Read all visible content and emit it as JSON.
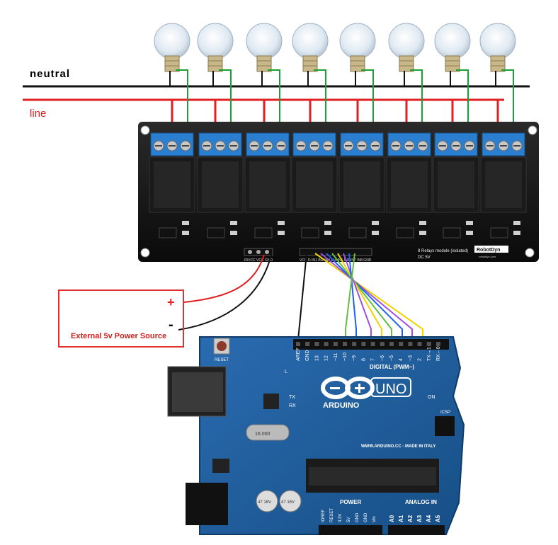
{
  "labels": {
    "neutral": "neutral",
    "line": "line",
    "plus": "+",
    "minus": "-",
    "external_power": "External 5v Power Source"
  },
  "relay_module": {
    "caption": "8 Relays module (isolated)",
    "voltage": "DC 5V",
    "brand": "RobotDyn",
    "site": "robotdyn.com",
    "pins_left": "JDVCC VCC GND",
    "pins_right": "VCC D IN1 IN2 IN3 IN4 IN5 IN6 IN7 IN8 GND"
  },
  "arduino": {
    "brand": "ARDUINO",
    "model": "UNO",
    "url": "WWW.ARDUINO.CC - MADE IN ITALY",
    "digital_label": "DIGITAL (PWM~)",
    "digital_pins": [
      "AREF",
      "GND",
      "13",
      "12",
      "~11",
      "~10",
      "~9",
      "8",
      "7",
      "~6",
      "~5",
      "4",
      "~3",
      "2",
      "TX→1",
      "RX←0"
    ],
    "power_label": "POWER",
    "power_pins": [
      "IOREF",
      "RESET",
      "3.3V",
      "5V",
      "GND",
      "GND",
      "Vin"
    ],
    "analog_label": "ANALOG IN",
    "analog_pins": [
      "A0",
      "A1",
      "A2",
      "A3",
      "A4",
      "A5"
    ],
    "tx": "TX",
    "rx": "RX",
    "on": "ON",
    "icsp": "ICSP",
    "reset": "RESET",
    "l": "L",
    "crystal": "16.000",
    "capacitor": "47 16V"
  },
  "colors": {
    "neutral_wire": "#111111",
    "line_wire": "#e02020",
    "load_wire": "#1aa033",
    "board": "#1f5e9c",
    "relay_pcb": "#161616",
    "terminal": "#2b7fd0",
    "signal_wires": [
      "#f0d400",
      "#a050e0",
      "#2060f0",
      "#60c040",
      "#f0d400",
      "#a050e0",
      "#2060f0",
      "#60c040"
    ]
  }
}
